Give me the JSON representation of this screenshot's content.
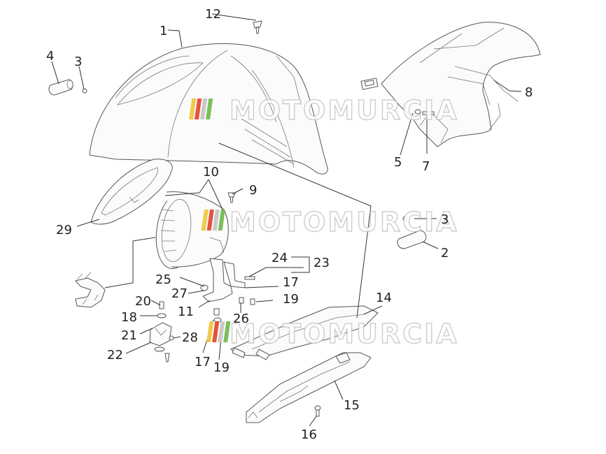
{
  "watermark": {
    "text": "MOTOMURCIA",
    "colors": [
      "#f2c94c",
      "#e5533d",
      "#c9c9c9",
      "#7bbf5a"
    ]
  },
  "callouts": [
    "1",
    "2",
    "3",
    "3",
    "4",
    "5",
    "7",
    "8",
    "9",
    "10",
    "11",
    "12",
    "14",
    "15",
    "16",
    "17",
    "17",
    "18",
    "19",
    "19",
    "20",
    "21",
    "22",
    "23",
    "24",
    "25",
    "26",
    "27",
    "28",
    "29"
  ]
}
